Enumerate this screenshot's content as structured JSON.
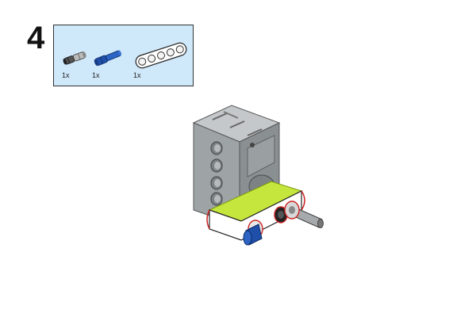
{
  "step": {
    "number": "4"
  },
  "parts": [
    {
      "icon": "connector-peg-icon",
      "qty": "1x"
    },
    {
      "icon": "axle-peg-icon",
      "qty": "1x"
    },
    {
      "icon": "beam-icon",
      "qty": "1x"
    }
  ],
  "colors": {
    "parts_box_bg": "#cfe8fa",
    "motor_gray": "#9ea3a6",
    "beam_white": "#ffffff",
    "beam_lime": "#c5e63c",
    "peg_blue": "#1f4fa8",
    "peg_black": "#222222",
    "outline_red": "#cc2222"
  }
}
